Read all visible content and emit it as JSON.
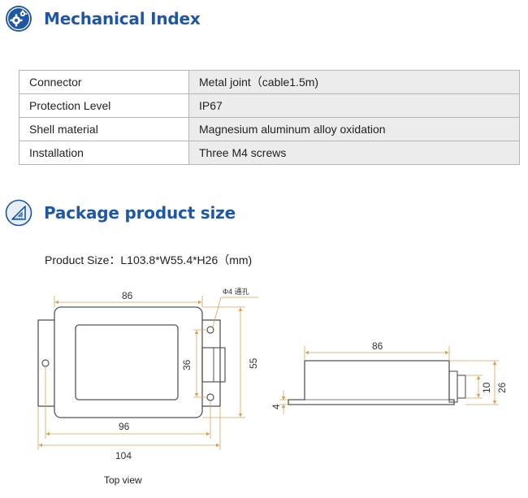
{
  "section1": {
    "icon": "gears-icon",
    "title": "Mechanical Index"
  },
  "spec_table": {
    "rows": [
      {
        "label": "Connector",
        "value": "Metal joint（cable1.5m)"
      },
      {
        "label": "Protection Level",
        "value": "IP67"
      },
      {
        "label": "Shell material",
        "value": "Magnesium aluminum alloy oxidation"
      },
      {
        "label": "Installation",
        "value": "Three M4 screws"
      }
    ]
  },
  "section2": {
    "icon": "triangle-ruler-icon",
    "title": "Package product size"
  },
  "product_size": "Product Size：L103.8*W55.4*H26（mm)",
  "drawing": {
    "top_view": {
      "dim_width_inner": "86",
      "hole_note": "Φ4 通孔",
      "dim_hole_spacing": "36",
      "dim_height": "55",
      "dim_hole_pitch": "96",
      "dim_total_length": "104"
    },
    "side_view": {
      "dim_width": "86",
      "dim_connector": "10",
      "dim_height": "26",
      "dim_flange": "4"
    },
    "caption": "Top view"
  },
  "colors": {
    "accent": "#1f57a6",
    "dimension": "#d4a35a",
    "table_value_bg": "#ececec"
  }
}
